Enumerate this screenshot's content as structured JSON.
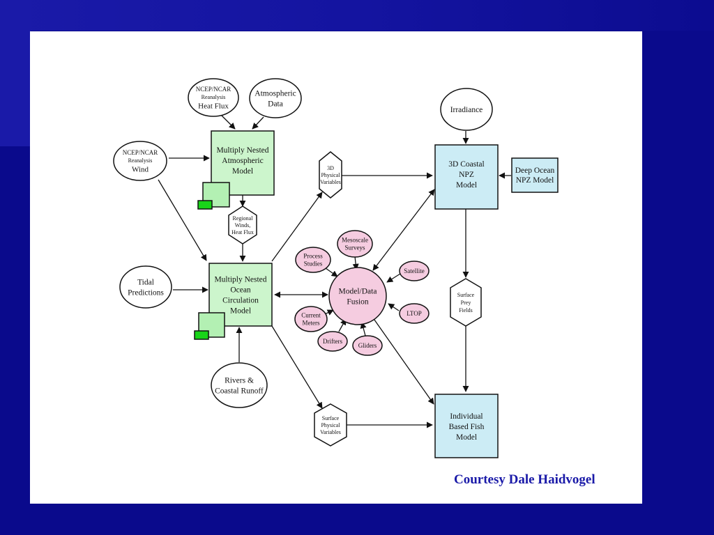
{
  "credit": "Courtesy Dale Haidvogel",
  "colors": {
    "background": "#0a0a8c",
    "panel": "#ffffff",
    "green_box": "#ccf5cc",
    "blue_box": "#ccecf5",
    "pink_node": "#f5cce0",
    "credit_text": "#1a1aa8"
  },
  "nodes": {
    "ncep_heat": [
      "NCEP/NCAR",
      "Reanalysis",
      "Heat Flux"
    ],
    "atm_data": [
      "Atmospheric",
      "Data"
    ],
    "ncep_wind": [
      "NCEP/NCAR",
      "Reanalysis",
      "Wind"
    ],
    "atm_model": [
      "Multiply Nested",
      "Atmospheric",
      "Model"
    ],
    "phys3d": [
      "3D",
      "Physical",
      "Variables"
    ],
    "irradiance": [
      "Irradiance"
    ],
    "npz_coastal": [
      "3D Coastal",
      "NPZ",
      "Model"
    ],
    "deep_ocean": [
      "Deep Ocean",
      "NPZ Model"
    ],
    "regional_winds": [
      "Regional",
      "Winds,",
      "Heat Flux"
    ],
    "mesoscale": [
      "Mesoscale",
      "Surveys"
    ],
    "process": [
      "Process",
      "Studies"
    ],
    "satellite": [
      "Satellite"
    ],
    "tidal": [
      "Tidal",
      "Predictions"
    ],
    "ocean_model": [
      "Multiply Nested",
      "Ocean",
      "Circulation",
      "Model"
    ],
    "fusion": [
      "Model/Data",
      "Fusion"
    ],
    "current_meters": [
      "Current",
      "Meters"
    ],
    "ltop": [
      "LTOP"
    ],
    "drifters": [
      "Drifters"
    ],
    "gliders": [
      "Gliders"
    ],
    "prey": [
      "Surface",
      "Prey",
      "Fields"
    ],
    "rivers": [
      "Rivers &",
      "Coastal Runoff"
    ],
    "surface_phys": [
      "Surface",
      "Physical",
      "Variables"
    ],
    "fish_model": [
      "Individual",
      "Based Fish",
      "Model"
    ]
  }
}
